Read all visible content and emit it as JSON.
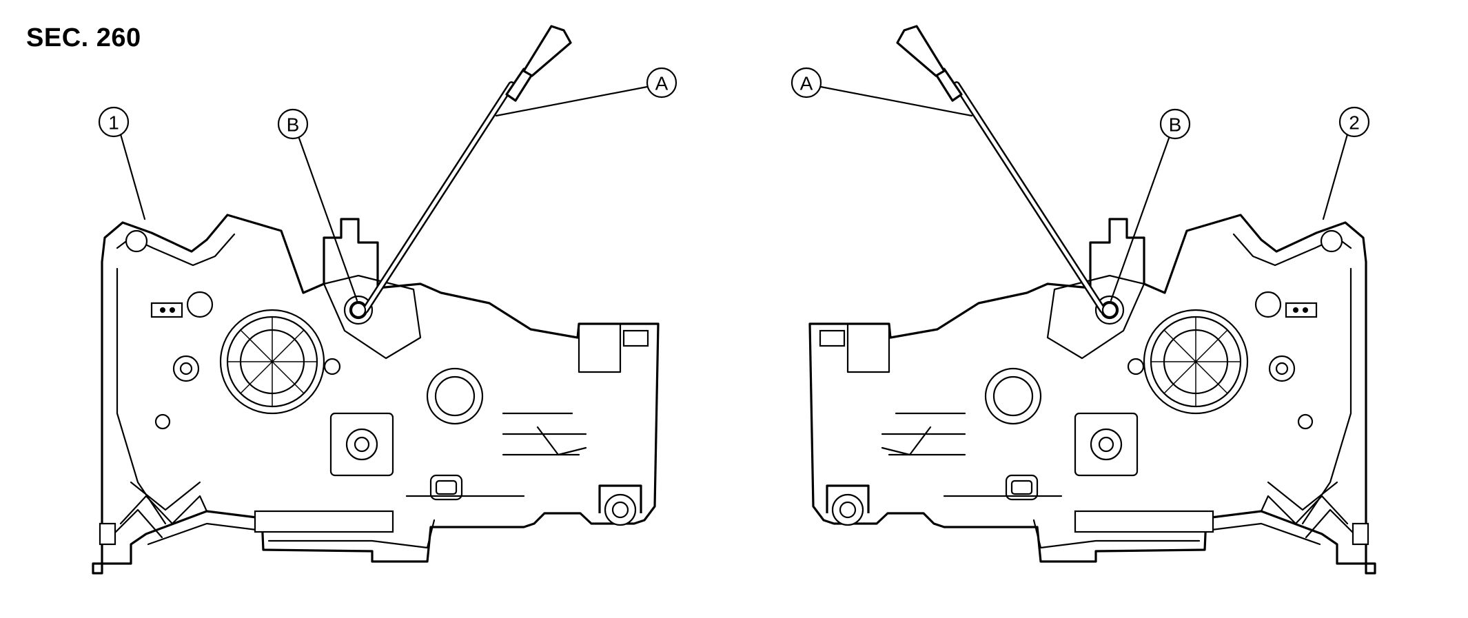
{
  "section_label": "SEC. 260",
  "callouts": {
    "left_lamp": "1",
    "right_lamp": "2",
    "tool_left": "A",
    "tool_right": "A",
    "screw_left": "B",
    "screw_right": "B"
  }
}
